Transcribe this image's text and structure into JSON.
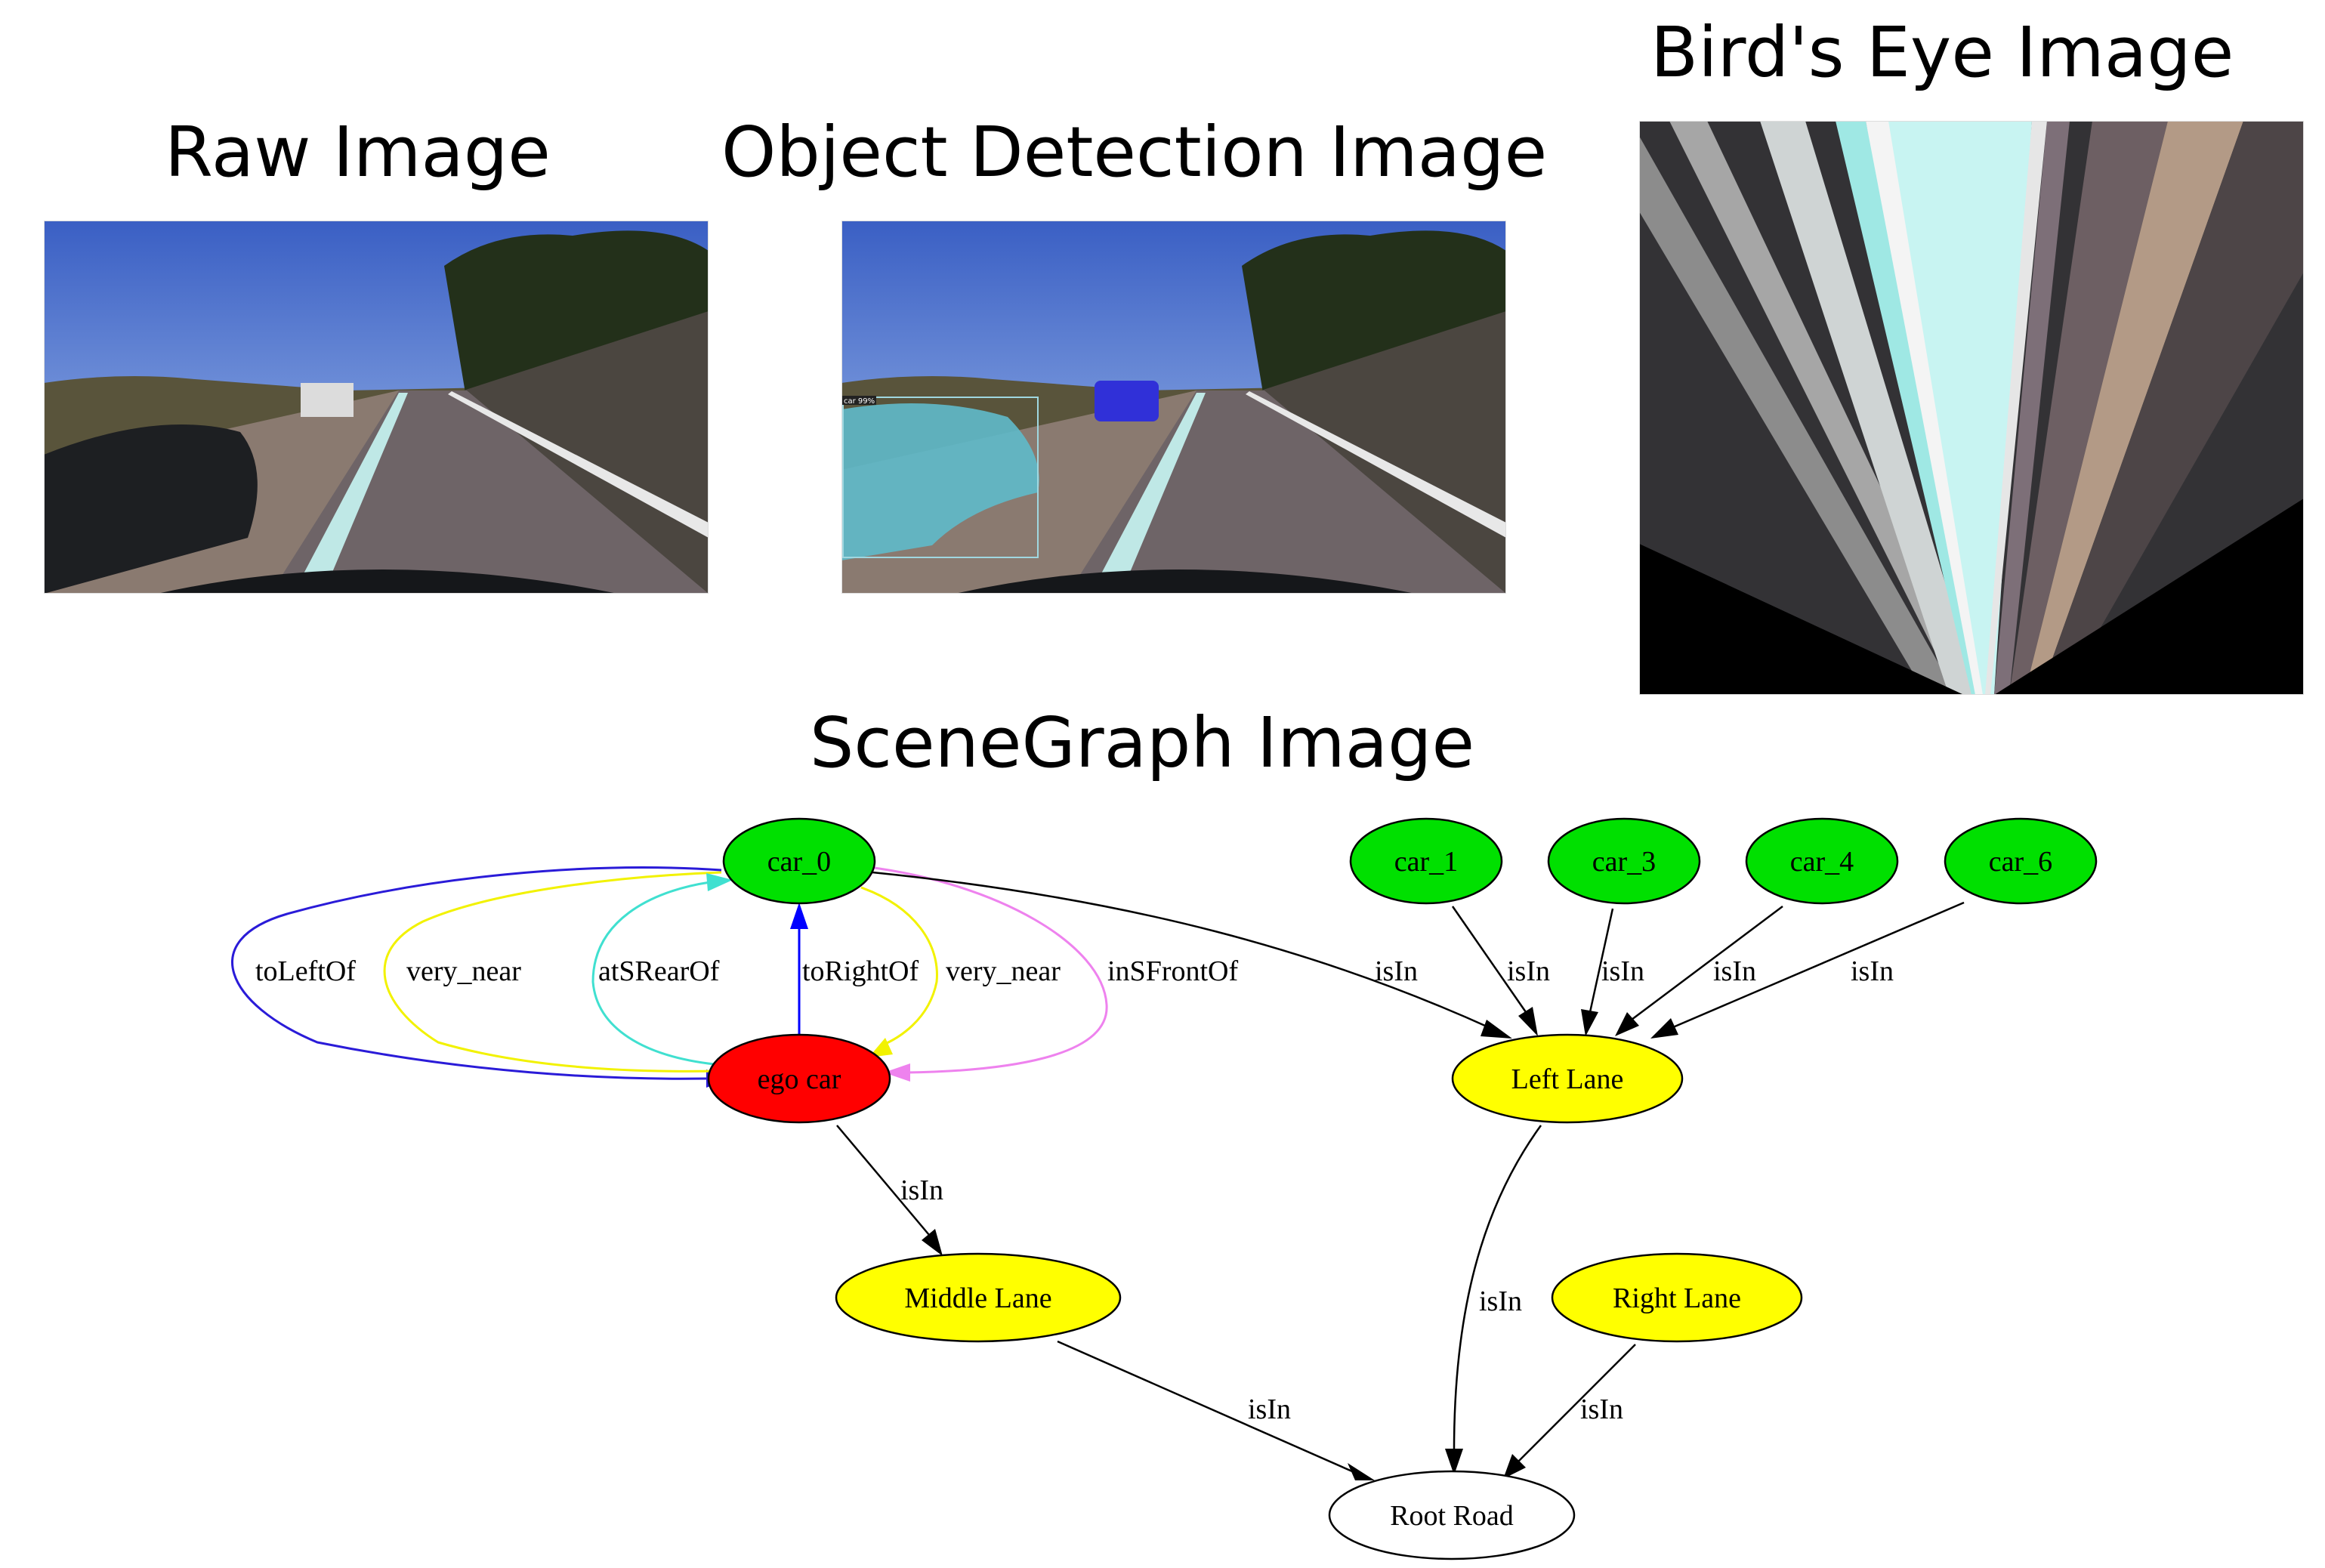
{
  "titles": {
    "raw": "Raw Image",
    "detection": "Object Detection Image",
    "birdseye": "Bird's Eye Image",
    "scenegraph": "SceneGraph Image"
  },
  "detection_labels": {
    "car_tag": "car 99%"
  },
  "scene_graph": {
    "nodes": [
      {
        "id": "car_0",
        "label": "car_0",
        "color": "#00e000"
      },
      {
        "id": "car_1",
        "label": "car_1",
        "color": "#00e000"
      },
      {
        "id": "car_3",
        "label": "car_3",
        "color": "#00e000"
      },
      {
        "id": "car_4",
        "label": "car_4",
        "color": "#00e000"
      },
      {
        "id": "car_6",
        "label": "car_6",
        "color": "#00e000"
      },
      {
        "id": "ego_car",
        "label": "ego car",
        "color": "#ff0000"
      },
      {
        "id": "left_lane",
        "label": "Left Lane",
        "color": "#ffff00"
      },
      {
        "id": "middle_lane",
        "label": "Middle Lane",
        "color": "#ffff00"
      },
      {
        "id": "right_lane",
        "label": "Right Lane",
        "color": "#ffff00"
      },
      {
        "id": "root_road",
        "label": "Root Road",
        "color": "#ffffff"
      }
    ],
    "edges": [
      {
        "from": "car_0",
        "to": "ego_car",
        "label": "toLeftOf",
        "color": "#2a1bd8"
      },
      {
        "from": "car_0",
        "to": "ego_car",
        "label": "very_near",
        "color": "#f2f200"
      },
      {
        "from": "ego_car",
        "to": "car_0",
        "label": "atSRearOf",
        "color": "#40e0d0"
      },
      {
        "from": "ego_car",
        "to": "car_0",
        "label": "toRightOf",
        "color": "#0000ff"
      },
      {
        "from": "car_0",
        "to": "ego_car",
        "label": "very_near",
        "color": "#f2f200"
      },
      {
        "from": "car_0",
        "to": "ego_car",
        "label": "inSFrontOf",
        "color": "#ee82ee"
      },
      {
        "from": "car_0",
        "to": "left_lane",
        "label": "isIn",
        "color": "#000000"
      },
      {
        "from": "car_1",
        "to": "left_lane",
        "label": "isIn",
        "color": "#000000"
      },
      {
        "from": "car_3",
        "to": "left_lane",
        "label": "isIn",
        "color": "#000000"
      },
      {
        "from": "car_4",
        "to": "left_lane",
        "label": "isIn",
        "color": "#000000"
      },
      {
        "from": "car_6",
        "to": "left_lane",
        "label": "isIn",
        "color": "#000000"
      },
      {
        "from": "ego_car",
        "to": "middle_lane",
        "label": "isIn",
        "color": "#000000"
      },
      {
        "from": "left_lane",
        "to": "root_road",
        "label": "isIn",
        "color": "#000000"
      },
      {
        "from": "middle_lane",
        "to": "root_road",
        "label": "isIn",
        "color": "#000000"
      },
      {
        "from": "right_lane",
        "to": "root_road",
        "label": "isIn",
        "color": "#000000"
      }
    ]
  }
}
